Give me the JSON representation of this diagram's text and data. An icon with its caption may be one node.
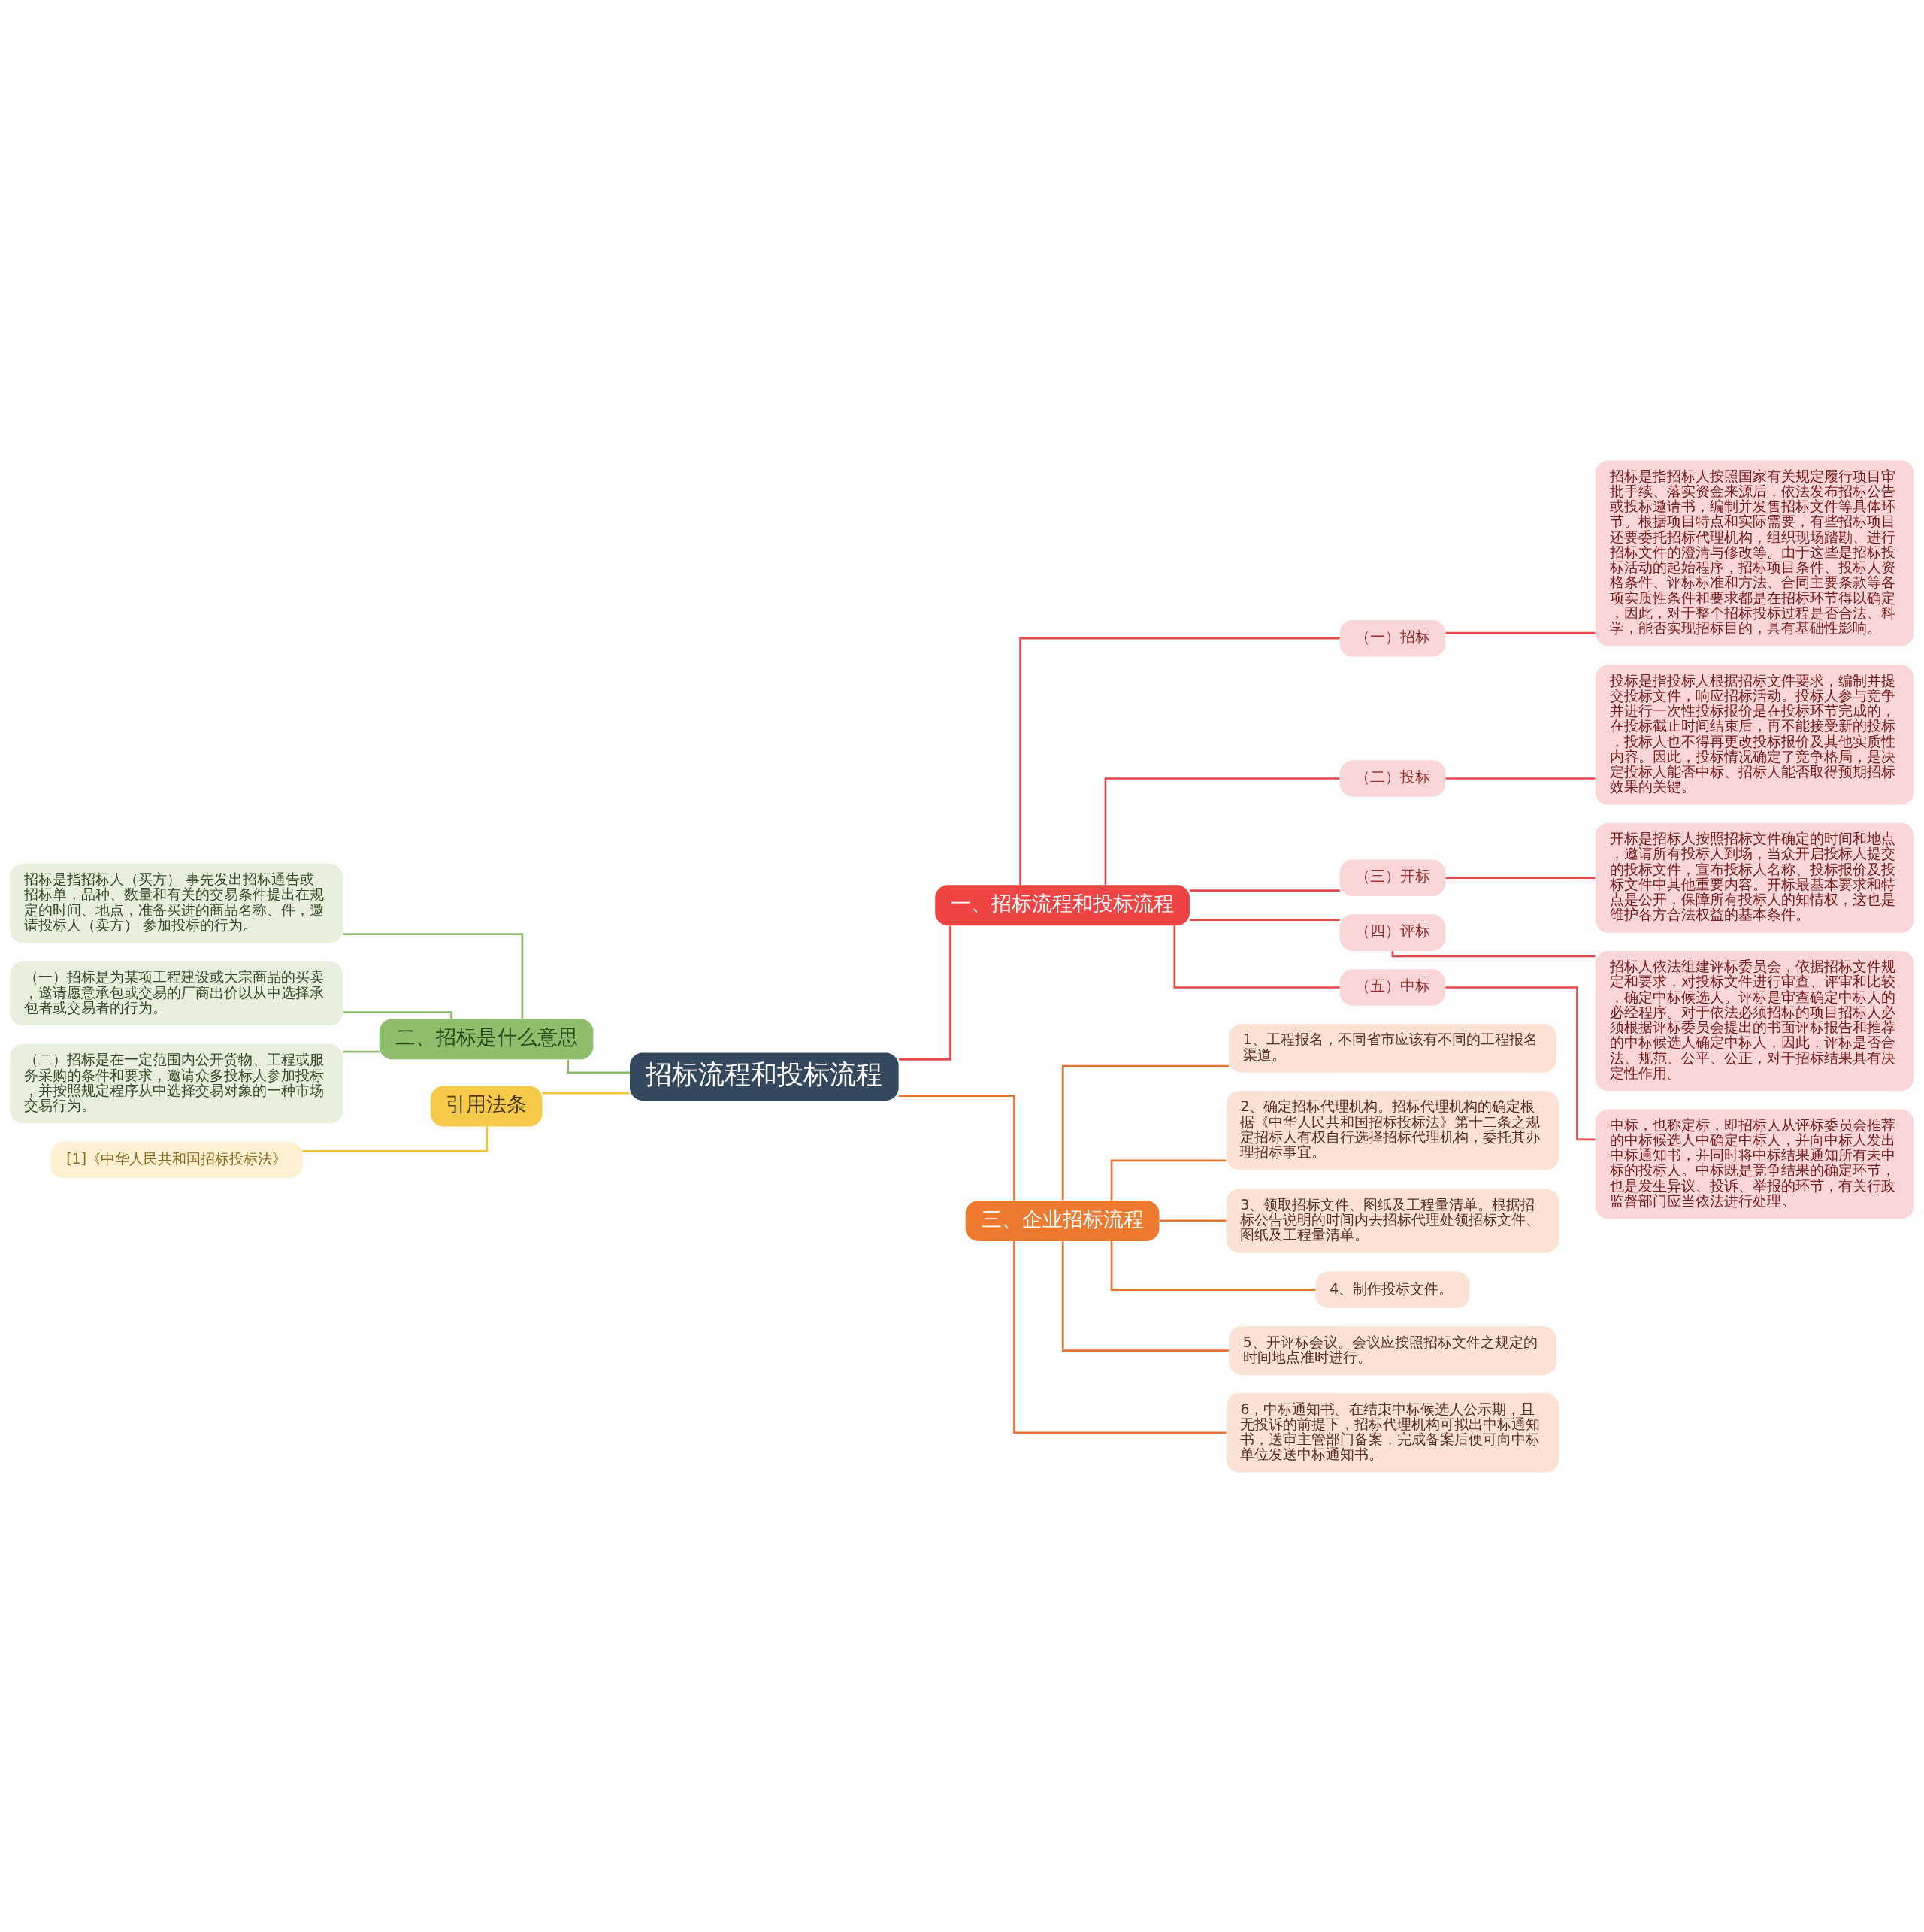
{
  "diagram": {
    "nodes": [
      {
        "text": [
          "招标流程和投标流程"
        ]
      },
      {
        "text": [
          "一、招标流程和投标流程"
        ]
      },
      {
        "text": [
          "（一）招标"
        ]
      },
      {
        "text": [
          "招标是指招标人按照国家有关规定履行项目审批手续、落实资金来源后，依法发布招标公告或投标邀请书，编制并发售招标文件等具体环节。根据项目特点和实际需要，有些招标项目还要委托招标代理机构，组织现场踏勘、进行招标文件的澄清与修改等。由于这些是招标投标活动的起始程序，招标项目条件、投标人资格条件、评标标准和方法、合同主要条款等各项实质性条件和要求都是在招标环节得以确定，因此，对于整个招标投标过程是否合法、科学，能否实现招标目的，具有基础性影响。"
        ]
      },
      {
        "text": [
          "（二）投标"
        ]
      },
      {
        "text": [
          "投标是指投标人根据招标文件要求，编制并提交投标文件，响应招标活动。投标人参与竞争并进行一次性投标报价是在投标环节完成的，在投标截止时间结束后，再不能接受新的投标，投标人也不得再更改投标报价及其他实质性内容。因此，投标情况确定了竞争格局，是决定投标人能否中标、招标人能否取得预期招标效果的关键。"
        ]
      },
      {
        "text": [
          "（三）开标"
        ]
      },
      {
        "text": [
          "开标是招标人按照招标文件确定的时间和地点，邀请所有投标人到场，当众开启投标人提交的投标文件，宣布投标人名称、投标报价及投标文件中其他重要内容。开标最基本要求和特点是公开，保障所有投标人的知情权，这也是维护各方合法权益的基本条件。"
        ]
      },
      {
        "text": [
          "（四）评标"
        ]
      },
      {
        "text": [
          "招标人依法组建评标委员会，依据招标文件规定和要求，对投标文件进行审查、评审和比较，确定中标候选人。评标是审查确定中标人的必经程序。对于依法必须招标的项目招标人必须根据评标委员会提出的书面评标报告和推荐的中标候选人确定中标人，因此，评标是否合法、规范、公平、公正，对于招标结果具有决定性作用。"
        ]
      },
      {
        "text": [
          "（五）中标"
        ]
      },
      {
        "text": [
          "中标，也称定标，即招标人从评标委员会推荐的中标候选人中确定中标人，并向中标人发出中标通知书，并同时将中标结果通知所有未中标的投标人。中标既是竞争结果的确定环节，也是发生异议、投诉、举报的环节，有关行政监督部门应当依法进行处理。"
        ]
      },
      {
        "text": [
          "三、企业招标流程"
        ]
      },
      {
        "text": [
          "1、工程报名，不同省市应该有不同的工程报名渠道。"
        ]
      },
      {
        "text": [
          "2、确定招标代理机构。招标代理机构的确定根据《中华人民共和国招标投标法》第十二条之规定招标人有权自行选择招标代理机构，委托其办理招标事宜。"
        ]
      },
      {
        "text": [
          "3、领取招标文件、图纸及工程量清单。根据招标公告说明的时间内去招标代理处领招标文件、图纸及工程量清单。"
        ]
      },
      {
        "text": [
          "4、制作投标文件。"
        ]
      },
      {
        "text": [
          "5、开评标会议。会议应按照招标文件之规定的时间地点准时进行。"
        ]
      },
      {
        "text": [
          "6，中标通知书。在结束中标候选人公示期，且无投诉的前提下，招标代理机构可拟出中标通知书，送审主管部门备案，完成备案后便可向中标单位发送中标通知书。"
        ]
      },
      {
        "text": [
          "二、招标是什么意思"
        ]
      },
      {
        "text": [
          "招标是指招标人（买方） 事先发出招标通告或招标单，品种、数量和有关的交易条件提出在规定的时间、地点，准备买进的商品名称、件，邀请投标人（卖方） 参加投标的行为。"
        ]
      },
      {
        "text": [
          "（一）招标是为某项工程建设或大宗商品的买卖，邀请愿意承包或交易的厂商出价以从中选择承包者或交易者的行为。"
        ]
      },
      {
        "text": [
          "（二）招标是在一定范围内公开货物、工程或服务采购的条件和要求，邀请众多投标人参加投标，并按照规定程序从中选择交易对象的一种市场交易行为。"
        ]
      },
      {
        "text": [
          "引用法条"
        ]
      },
      {
        "text": [
          "[1]《中华人民共和国招标投标法》"
        ]
      }
    ],
    "edges": [
      {
        "from": 0,
        "to": 1,
        "arrow": "none",
        "color": "#e8474a"
      },
      {
        "from": 1,
        "to": 2,
        "arrow": "none",
        "color": "#e8474a"
      },
      {
        "from": 2,
        "to": 3,
        "arrow": "none",
        "color": "#e8474a"
      },
      {
        "from": 1,
        "to": 4,
        "arrow": "none",
        "color": "#e8474a"
      },
      {
        "from": 4,
        "to": 5,
        "arrow": "none",
        "color": "#e8474a"
      },
      {
        "from": 1,
        "to": 6,
        "arrow": "none",
        "color": "#e8474a"
      },
      {
        "from": 6,
        "to": 7,
        "arrow": "none",
        "color": "#e8474a"
      },
      {
        "from": 1,
        "to": 8,
        "arrow": "none",
        "color": "#e8474a"
      },
      {
        "from": 8,
        "to": 9,
        "arrow": "none",
        "color": "#e8474a"
      },
      {
        "from": 1,
        "to": 10,
        "arrow": "none",
        "color": "#e8474a"
      },
      {
        "from": 10,
        "to": 11,
        "arrow": "none",
        "color": "#e8474a"
      },
      {
        "from": 0,
        "to": 12,
        "arrow": "none",
        "color": "#e8732e"
      },
      {
        "from": 12,
        "to": 13,
        "arrow": "none",
        "color": "#e8732e"
      },
      {
        "from": 12,
        "to": 14,
        "arrow": "none",
        "color": "#e8732e"
      },
      {
        "from": 12,
        "to": 15,
        "arrow": "none",
        "color": "#e8732e"
      },
      {
        "from": 12,
        "to": 16,
        "arrow": "none",
        "color": "#e8732e"
      },
      {
        "from": 12,
        "to": 17,
        "arrow": "none",
        "color": "#e8732e"
      },
      {
        "from": 12,
        "to": 18,
        "arrow": "none",
        "color": "#e8732e"
      },
      {
        "from": 0,
        "to": 19,
        "arrow": "none",
        "color": "#8aba6a"
      },
      {
        "from": 19,
        "to": 20,
        "arrow": "none",
        "color": "#8aba6a"
      },
      {
        "from": 19,
        "to": 21,
        "arrow": "none",
        "color": "#8aba6a"
      },
      {
        "from": 19,
        "to": 22,
        "arrow": "none",
        "color": "#8aba6a"
      },
      {
        "from": 0,
        "to": 23,
        "arrow": "none",
        "color": "#f5c33b"
      },
      {
        "from": 23,
        "to": 24,
        "arrow": "none",
        "color": "#f5c33b"
      }
    ]
  }
}
